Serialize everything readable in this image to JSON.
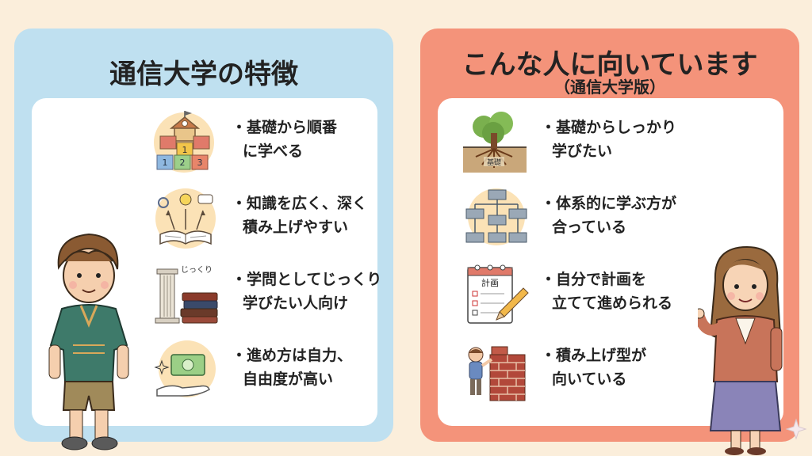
{
  "left": {
    "title": "通信大学の特徴",
    "items": [
      {
        "line1": "・基礎から順番",
        "line2": "に学べる",
        "icon": "school-blocks-icon"
      },
      {
        "line1": "・知識を広く、深く",
        "line2": "積み上げやすい",
        "icon": "open-book-ideas-icon"
      },
      {
        "line1": "・学問としてじっくり",
        "line2": "学びたい人向け",
        "icon": "column-books-icon",
        "icon_label": "じっくり"
      },
      {
        "line1": "・進め方は自力、",
        "line2": "自由度が高い",
        "icon": "money-hand-icon"
      }
    ]
  },
  "right": {
    "title": "こんな人に向いています",
    "subtitle": "（通信大学版）",
    "items": [
      {
        "line1": "・基礎からしっかり",
        "line2": "学びたい",
        "icon": "tree-roots-icon",
        "icon_label": "基礎"
      },
      {
        "line1": "・体系的に学ぶ方が",
        "line2": "合っている",
        "icon": "flowchart-icon"
      },
      {
        "line1": "・自分で計画を",
        "line2": "立てて進められる",
        "icon": "planner-pencil-icon",
        "icon_label": "計画"
      },
      {
        "line1": "・積み上げ型が",
        "line2": "向いている",
        "icon": "brick-wall-icon"
      }
    ]
  },
  "colors": {
    "background": "#fbeedb",
    "left_panel": "#bfe0f0",
    "right_panel": "#f4937a",
    "card": "#ffffff"
  }
}
